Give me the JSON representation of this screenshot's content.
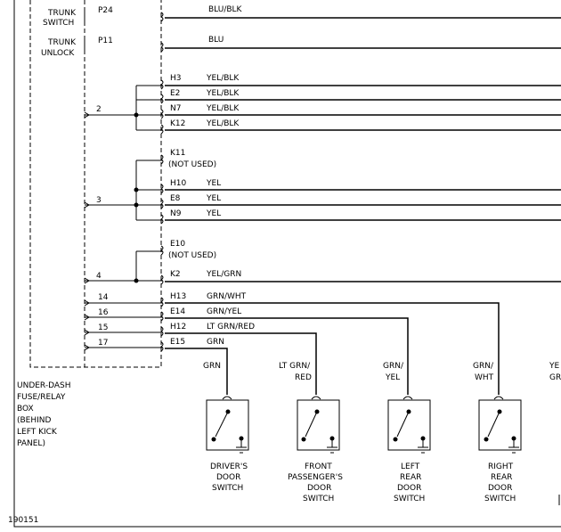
{
  "figure_id": "190151",
  "fuse_box_label": [
    "UNDER-DASH",
    "FUSE/RELAY",
    "BOX",
    "(BEHIND",
    "LEFT KICK",
    "PANEL)"
  ],
  "top_circuits": [
    {
      "label": [
        "TRUNK",
        "SWITCH"
      ],
      "pin": "P24",
      "wire": "BLU/BLK"
    },
    {
      "label": [
        "TRUNK",
        "UNLOCK"
      ],
      "pin": "P11",
      "wire": "BLU"
    }
  ],
  "groups": [
    {
      "num": "2",
      "pins": [
        {
          "pin": "H3",
          "wire": "YEL/BLK"
        },
        {
          "pin": "E2",
          "wire": "YEL/BLK"
        },
        {
          "pin": "N7",
          "wire": "YEL/BLK"
        },
        {
          "pin": "K12",
          "wire": "YEL/BLK"
        }
      ]
    },
    {
      "num": "3",
      "pins": [
        {
          "pin": "K11",
          "wire": "",
          "note": "(NOT USED)"
        },
        {
          "pin": "H10",
          "wire": "YEL"
        },
        {
          "pin": "E8",
          "wire": "YEL"
        },
        {
          "pin": "N9",
          "wire": "YEL"
        }
      ]
    },
    {
      "num": "4",
      "pins": [
        {
          "pin": "E10",
          "wire": "",
          "note": "(NOT USED)"
        },
        {
          "pin": "K2",
          "wire": "YEL/GRN"
        }
      ]
    }
  ],
  "door_circuits": [
    {
      "num": "14",
      "pin": "H13",
      "wire": "GRN/WHT"
    },
    {
      "num": "16",
      "pin": "E14",
      "wire": "GRN/YEL"
    },
    {
      "num": "15",
      "pin": "H12",
      "wire": "LT GRN/RED"
    },
    {
      "num": "17",
      "pin": "E15",
      "wire": "GRN"
    }
  ],
  "switches": [
    {
      "wire_label": [
        "GRN"
      ],
      "name": [
        "DRIVER'S",
        "DOOR",
        "SWITCH"
      ]
    },
    {
      "wire_label": [
        "LT GRN/",
        "RED"
      ],
      "name": [
        "FRONT",
        "PASSENGER'S",
        "DOOR",
        "SWITCH"
      ]
    },
    {
      "wire_label": [
        "GRN/",
        "YEL"
      ],
      "name": [
        "LEFT",
        "REAR",
        "DOOR",
        "SWITCH"
      ]
    },
    {
      "wire_label": [
        "GRN/",
        "WHT"
      ],
      "name": [
        "RIGHT",
        "REAR",
        "DOOR",
        "SWITCH"
      ]
    }
  ],
  "cut_labels": [
    "YE",
    "GR"
  ]
}
